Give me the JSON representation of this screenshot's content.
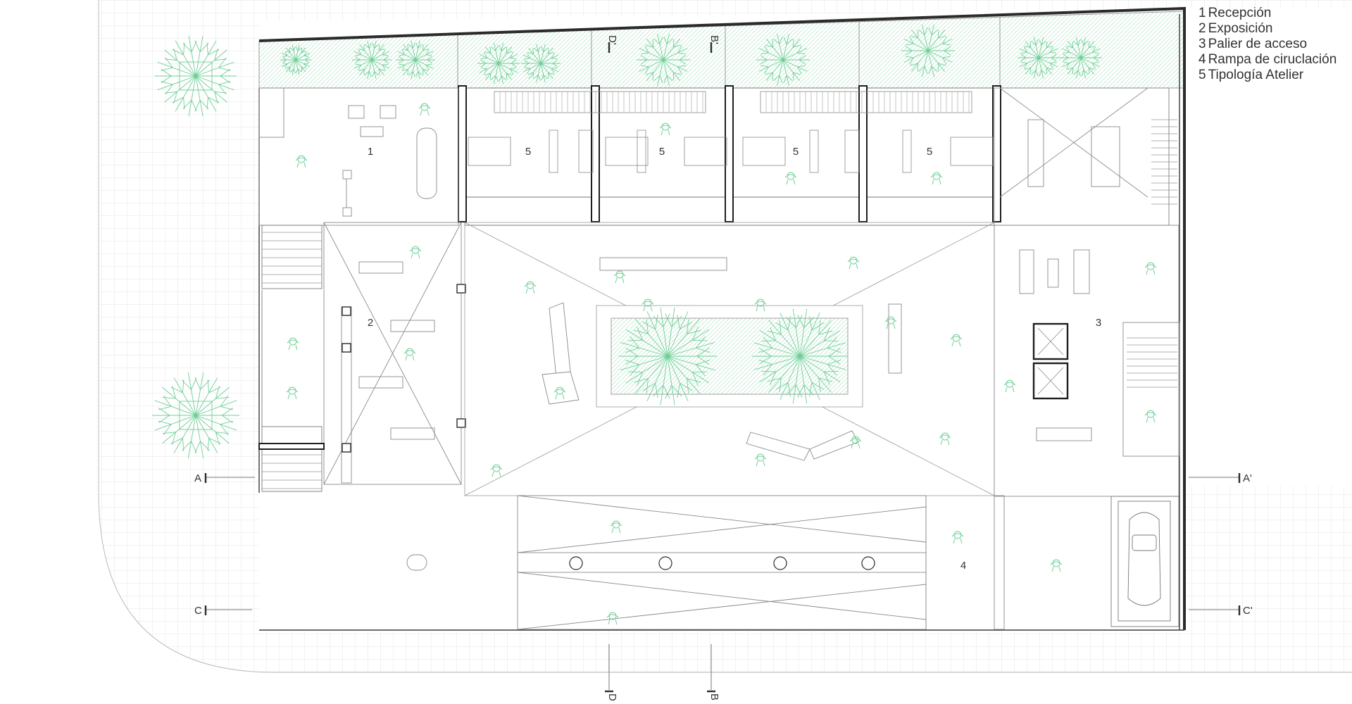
{
  "legend": [
    {
      "num": "1",
      "label": "Recepción"
    },
    {
      "num": "2",
      "label": "Exposición"
    },
    {
      "num": "3",
      "label": "Palier de acceso"
    },
    {
      "num": "4",
      "label": "Rampa de ciruclación"
    },
    {
      "num": "5",
      "label": "Tipología Atelier"
    }
  ],
  "room_numbers": {
    "reception": "1",
    "exhibition": "2",
    "access_landing": "3",
    "ramp": "4",
    "atelier_1": "5",
    "atelier_2": "5",
    "atelier_3": "5",
    "atelier_4": "5"
  },
  "section_marks": {
    "a": "A",
    "a_prime": "A'",
    "b": "B",
    "b_prime": "B'",
    "c": "C",
    "c_prime": "C'",
    "d": "D",
    "d_prime": "D'"
  },
  "colors": {
    "line": "#3a3a3a",
    "thin_line": "#9a9a9a",
    "grid": "#e6e6e6",
    "vegetation": "#6fcf97",
    "planter_fill": "#e9f6ee"
  }
}
